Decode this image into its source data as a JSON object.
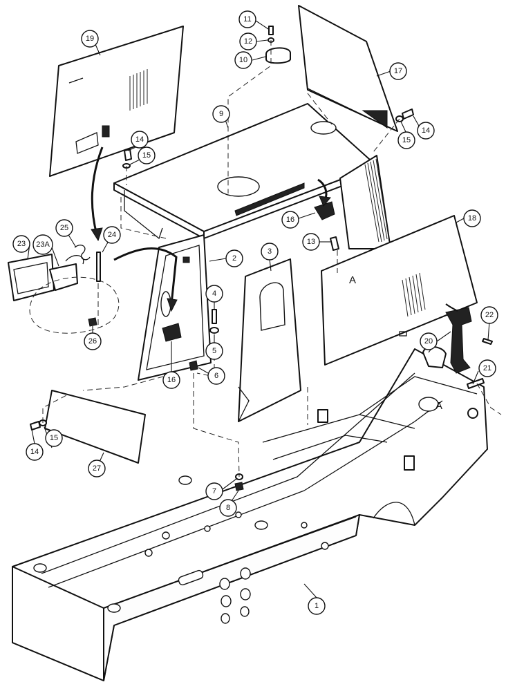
{
  "callouts": [
    {
      "id": "c1",
      "label": "1"
    },
    {
      "id": "c2",
      "label": "2"
    },
    {
      "id": "c3",
      "label": "3"
    },
    {
      "id": "c4",
      "label": "4"
    },
    {
      "id": "c5",
      "label": "5"
    },
    {
      "id": "c6",
      "label": "6"
    },
    {
      "id": "c7",
      "label": "7"
    },
    {
      "id": "c8",
      "label": "8"
    },
    {
      "id": "c9",
      "label": "9"
    },
    {
      "id": "c10",
      "label": "10"
    },
    {
      "id": "c11",
      "label": "11"
    },
    {
      "id": "c12",
      "label": "12"
    },
    {
      "id": "c13",
      "label": "13"
    },
    {
      "id": "c14a",
      "label": "14"
    },
    {
      "id": "c14b",
      "label": "14"
    },
    {
      "id": "c14c",
      "label": "14"
    },
    {
      "id": "c15a",
      "label": "15"
    },
    {
      "id": "c15b",
      "label": "15"
    },
    {
      "id": "c15c",
      "label": "15"
    },
    {
      "id": "c16a",
      "label": "16"
    },
    {
      "id": "c16b",
      "label": "16"
    },
    {
      "id": "c17",
      "label": "17"
    },
    {
      "id": "c18",
      "label": "18"
    },
    {
      "id": "c19",
      "label": "19"
    },
    {
      "id": "c20",
      "label": "20"
    },
    {
      "id": "c21",
      "label": "21"
    },
    {
      "id": "c22",
      "label": "22"
    },
    {
      "id": "c23",
      "label": "23"
    },
    {
      "id": "c23a",
      "label": "23A"
    },
    {
      "id": "c24",
      "label": "24"
    },
    {
      "id": "c25",
      "label": "25"
    },
    {
      "id": "c26",
      "label": "26"
    },
    {
      "id": "c27",
      "label": "27"
    }
  ],
  "panel_marks": {
    "side_panel": "A",
    "frame": "A"
  }
}
